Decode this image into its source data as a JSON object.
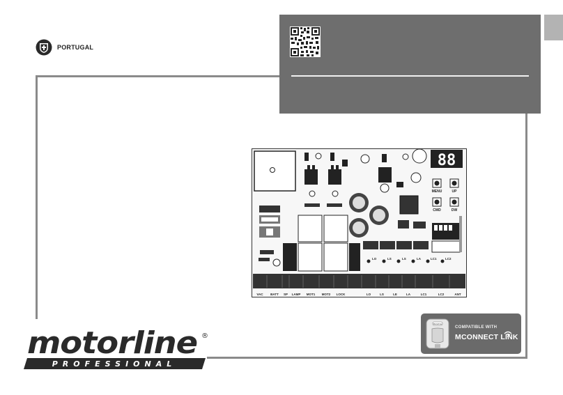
{
  "header": {
    "country_label": "PORTUGAL"
  },
  "board": {
    "display_digits": "88",
    "buttons": [
      "MENU",
      "UP",
      "CMD",
      "DW"
    ],
    "leds": [
      "LO",
      "LS",
      "LS",
      "LA",
      "LC1",
      "LC2"
    ],
    "terminals": [
      "VAC",
      "BATT",
      "SP",
      "LAMP",
      "MOT1",
      "MOT2",
      "LOCK",
      "",
      "LO",
      "LS",
      "LE",
      "LA",
      "LC1",
      "LC2",
      "ANT"
    ]
  },
  "brand": {
    "name": "motorline",
    "registered": "®",
    "tagline": "PROFESSIONAL"
  },
  "badge": {
    "line1": "COMPATIBLE WITH",
    "line2": "MCONNECT LINK",
    "device_label": "Motorline"
  },
  "colors": {
    "panel": "#6e6e6e",
    "frame": "#8a8a8a",
    "badge": "#6a6a6a"
  },
  "icons": [
    "portugal-coat-of-arms-icon",
    "qr-code-icon",
    "wifi-icon",
    "control-board-image",
    "mconnect-device-icon"
  ]
}
